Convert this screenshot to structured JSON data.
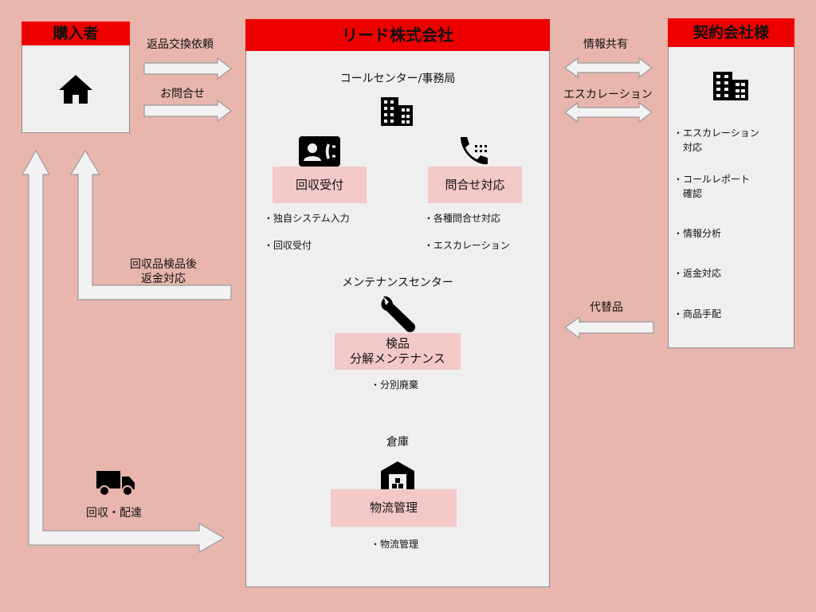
{
  "buyer": {
    "title": "購入者",
    "icon": "home-icon"
  },
  "company": {
    "title": "リード株式会社",
    "callcenter": {
      "title": "コールセンター/事務局",
      "icon": "building-icon",
      "recv": {
        "label": "回収受付",
        "icon": "contact-card-icon",
        "bullets": [
          "・独自システム入力",
          "・回収受付"
        ]
      },
      "inq": {
        "label": "問合せ対応",
        "icon": "phone-dialpad-icon",
        "bullets": [
          "・各種問合せ対応",
          "・エスカレーション"
        ]
      }
    },
    "maintenance": {
      "title": "メンテナンスセンター",
      "icon": "wrench-icon",
      "box_line1": "検品",
      "box_line2": "分解メンテナンス",
      "bullets": [
        "・分別廃棄"
      ]
    },
    "warehouse": {
      "title": "倉庫",
      "icon": "warehouse-icon",
      "box": "物流管理",
      "bullets": [
        "・物流管理"
      ]
    }
  },
  "contract": {
    "title": "契約会社様",
    "icon": "office-building-icon",
    "items": [
      [
        "・エスカレーション",
        "対応"
      ],
      [
        "・コールレポート",
        "確認"
      ],
      [
        "・情報分析"
      ],
      [
        "・返金対応"
      ],
      [
        "・商品手配"
      ]
    ]
  },
  "arrows": {
    "return_exchange": "返品交換依頼",
    "inquiry": "お問合せ",
    "refund_line1": "回収品検品後",
    "refund_line2": "返金対応",
    "collect_deliver": "回収・配達",
    "info_share": "情報共有",
    "escalation": "エスカレーション",
    "replacement": "代替品"
  },
  "icons": {
    "truck": "truck-icon"
  },
  "colors": {
    "background": "#e8b6ad",
    "header": "#ee0000",
    "panel": "#efefef",
    "label_box": "#f3c9c7",
    "arrow_fill": "#f2f2f2"
  }
}
